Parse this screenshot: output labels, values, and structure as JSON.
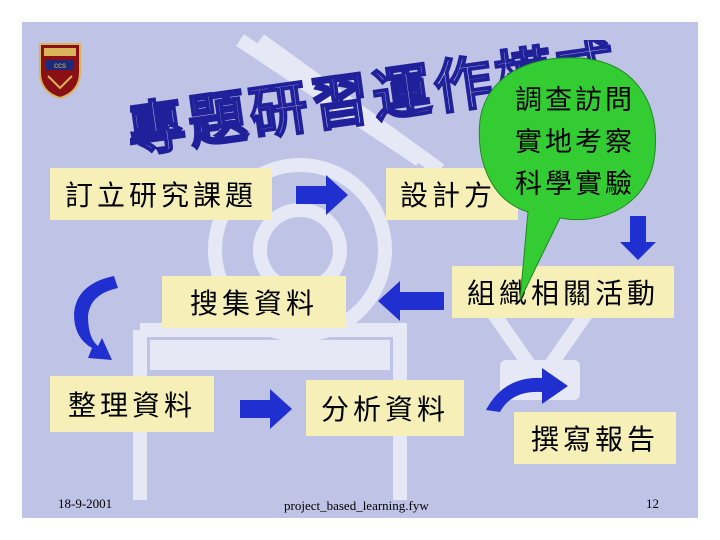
{
  "slide": {
    "title": "專題研習運作模式",
    "callout_lines": [
      "調查訪問",
      "實地考察",
      "科學實驗"
    ],
    "steps": {
      "topic": "訂立研究課題",
      "design": "設計方",
      "organize_activity": "組織相關活動",
      "collect_data": "搜集資料",
      "sort_data": "整理資料",
      "analyze_data": "分析資料",
      "write_report": "撰寫報告"
    },
    "footer": {
      "date": "18-9-2001",
      "filename": "project_based_learning.fyw",
      "page": "12"
    }
  },
  "colors": {
    "background": "#bfc4e6",
    "box_fill": "#f6f0b8",
    "callout_fill": "#33cc33",
    "arrow_fill": "#1f2fd0",
    "title_fill": "#bfc4e6",
    "title_outline": "#20209a"
  }
}
